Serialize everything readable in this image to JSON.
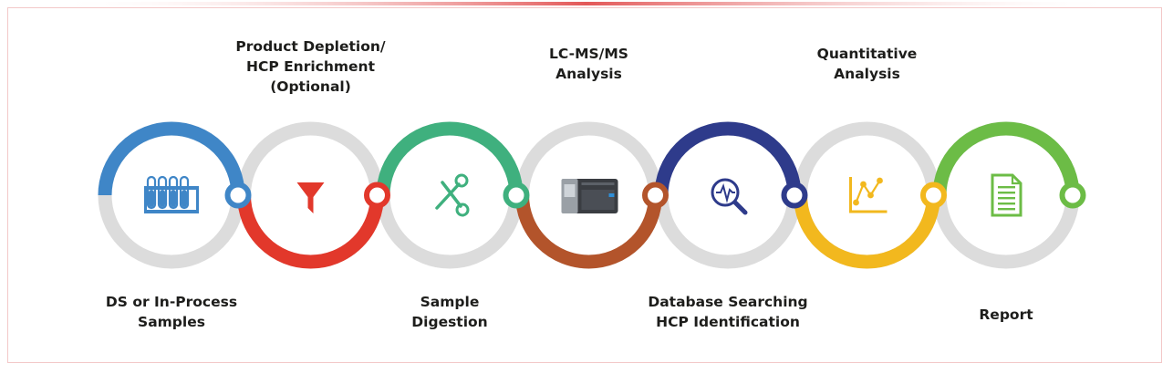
{
  "colors": {
    "track": "#dcdcdc",
    "frame_border": "#f3c8c8",
    "accent_bar": "#e04545"
  },
  "steps": [
    {
      "id": "ds-samples",
      "lines": [
        "DS or In-Process",
        "Samples"
      ],
      "label_position": "bottom",
      "color": "#3f86c7",
      "icon": "test-tubes-icon"
    },
    {
      "id": "product-depletion",
      "lines": [
        "Product Depletion/",
        "HCP Enrichment",
        "(Optional)"
      ],
      "label_position": "top",
      "color": "#e2382b",
      "icon": "funnel-icon"
    },
    {
      "id": "sample-digestion",
      "lines": [
        "Sample",
        "Digestion"
      ],
      "label_position": "bottom",
      "color": "#3fb07e",
      "icon": "scissors-icon"
    },
    {
      "id": "lcms-analysis",
      "lines": [
        "LC-MS/MS",
        "Analysis"
      ],
      "label_position": "top",
      "color": "#b3542b",
      "icon": "mass-spectrometer-icon"
    },
    {
      "id": "database-searching",
      "lines": [
        "Database Searching",
        "HCP Identification"
      ],
      "label_position": "bottom",
      "color": "#2e3b8b",
      "icon": "magnifier-waveform-icon"
    },
    {
      "id": "quantitative-analysis",
      "lines": [
        "Quantitative",
        "Analysis"
      ],
      "label_position": "top",
      "color": "#f2b81e",
      "icon": "line-chart-icon"
    },
    {
      "id": "report",
      "lines": [
        "Report"
      ],
      "label_position": "bottom",
      "color": "#6cbc46",
      "icon": "document-icon"
    }
  ]
}
